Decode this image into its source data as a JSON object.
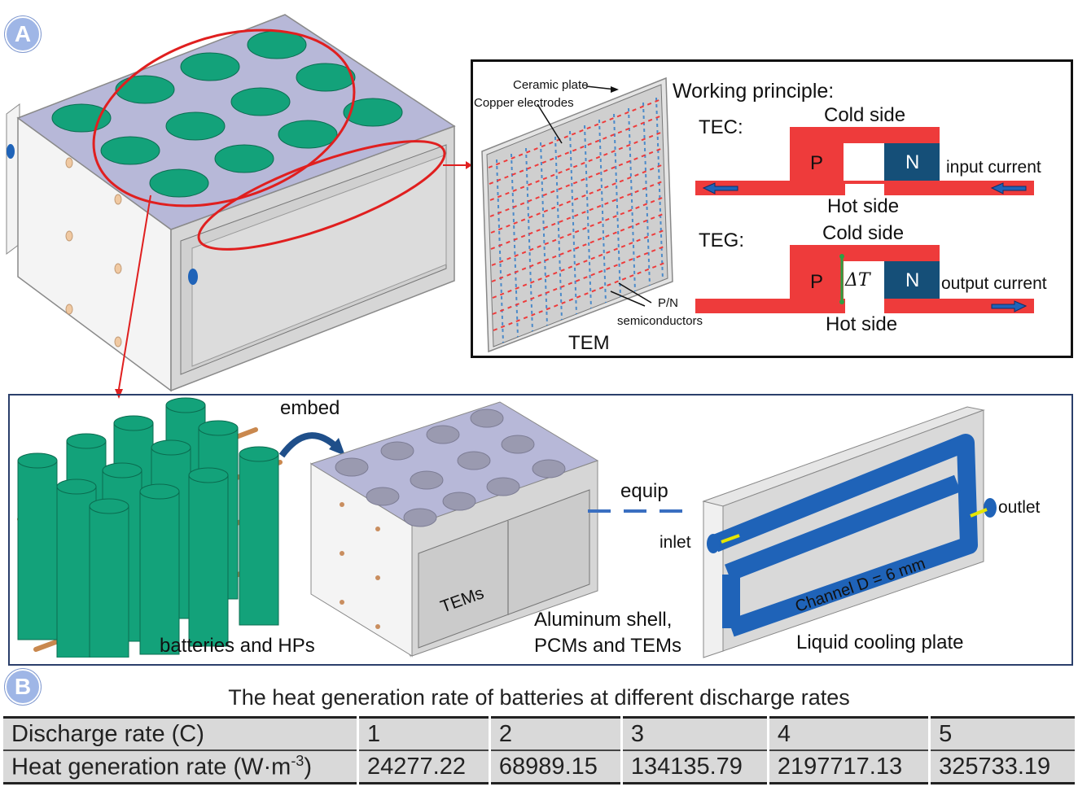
{
  "panels": {
    "a": "A",
    "b": "B"
  },
  "tem_panel": {
    "labels": {
      "ceramic_plate": "Ceramic plate",
      "copper_electrodes": "Copper electrodes",
      "pn_1": "P/N",
      "pn_2": "semiconductors",
      "tem": "TEM"
    }
  },
  "principle": {
    "title": "Working principle:",
    "tec": {
      "label": "TEC:",
      "cold": "Cold side",
      "hot": "Hot side",
      "p": "P",
      "n": "N",
      "current": "input current"
    },
    "teg": {
      "label": "TEG:",
      "cold": "Cold side",
      "hot": "Hot side",
      "p": "P",
      "n": "N",
      "delta": "ΔT",
      "current": "output current"
    }
  },
  "assembly": {
    "embed": "embed",
    "equip": "equip",
    "batteries": "batteries and HPs",
    "shell_1": "Aluminum shell,",
    "shell_2": "PCMs and TEMs",
    "tems": "TEMs",
    "inlet": "inlet",
    "outlet": "outlet",
    "channel": "Channel D = 6 mm",
    "cooling_plate": "Liquid cooling plate"
  },
  "table": {
    "title": "The heat generation rate of batteries at different discharge rates",
    "row1_label": "Discharge rate (C)",
    "row2_label": "Heat generation rate (W·m",
    "row2_unit_sup": "-3",
    "row2_unit_close": ")",
    "discharge_rates": [
      "1",
      "2",
      "3",
      "4",
      "5"
    ],
    "heat_rates": [
      "24277.22",
      "68989.15",
      "134135.79",
      "2197717.13",
      "325733.19"
    ]
  },
  "colors": {
    "battery_green": "#13a27a",
    "plate_lavender": "#b7b8d8",
    "highlight_red": "#e01f1f",
    "semiconductor_red": "#ee3b3b",
    "n_block": "#154f78",
    "channel_blue": "#1f63b8",
    "box_border": "#2b3f6b",
    "table_gray": "#d9d9d9"
  }
}
